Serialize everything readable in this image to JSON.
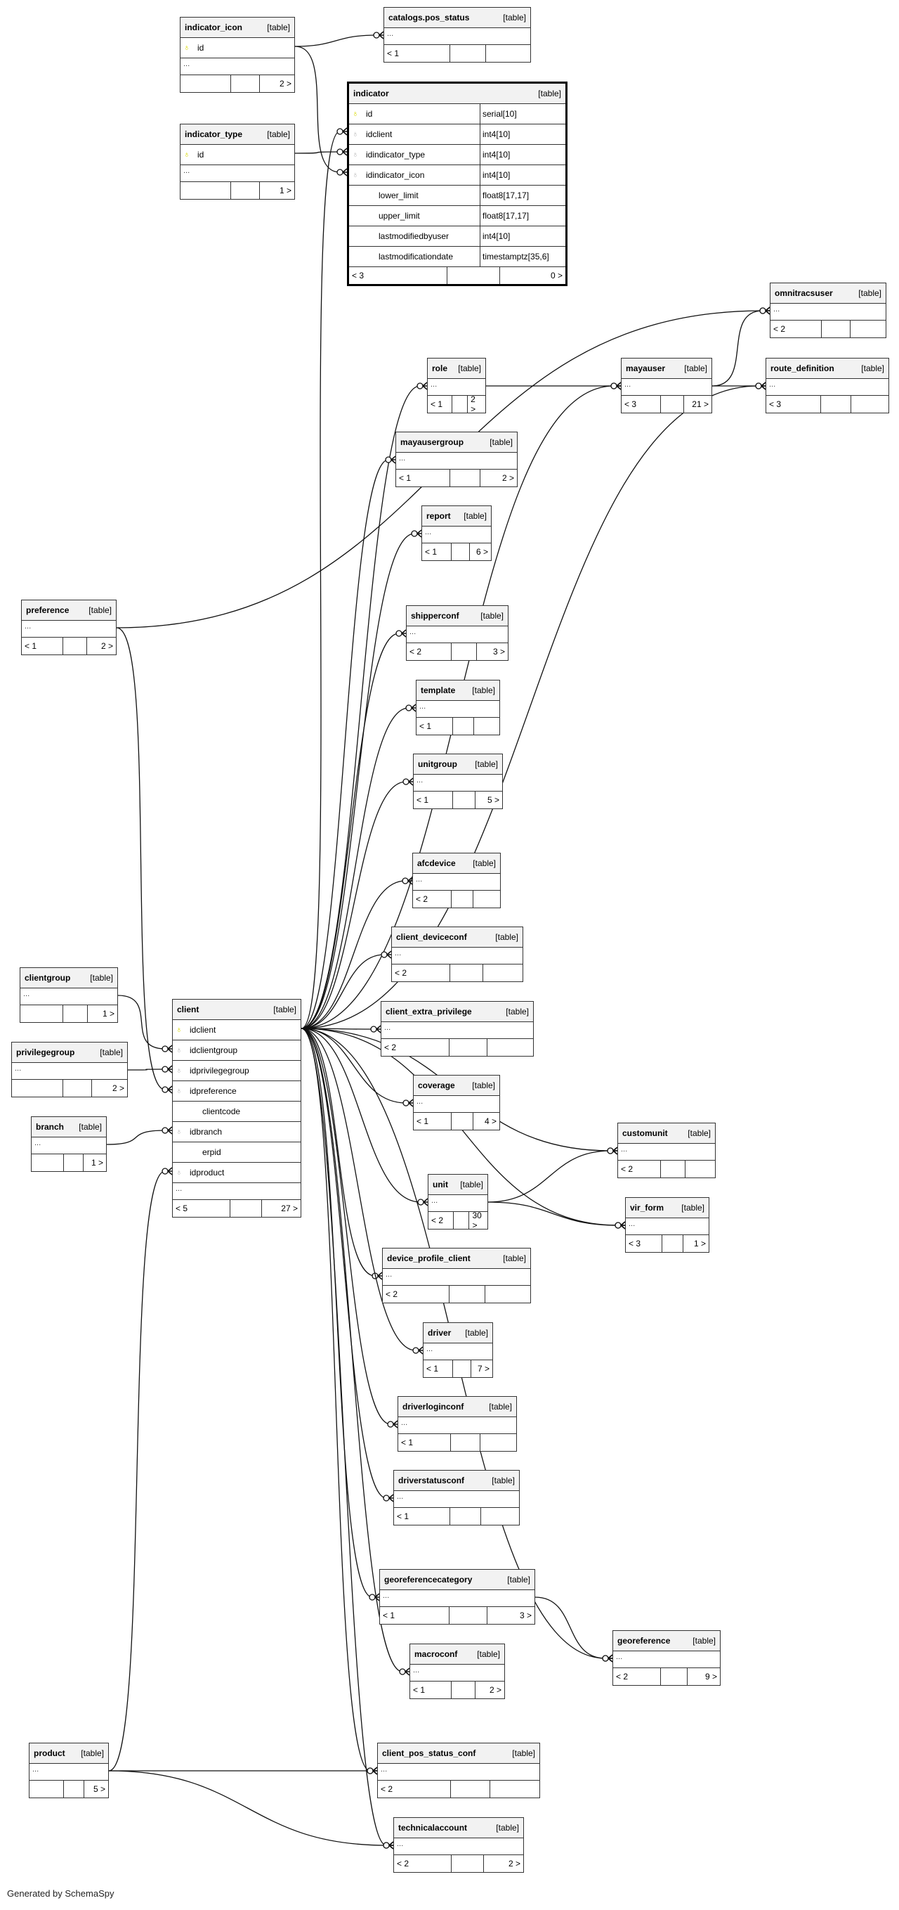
{
  "credit": "Generated by SchemaSpy",
  "table_tag": "[table]",
  "tables": {
    "indicator_icon": {
      "name": "indicator_icon",
      "columns": [
        {
          "name": "id",
          "key": "pk"
        }
      ],
      "ellipsis": "...",
      "footer": [
        "",
        "",
        "2 >"
      ]
    },
    "indicator_type": {
      "name": "indicator_type",
      "columns": [
        {
          "name": "id",
          "key": "pk"
        }
      ],
      "ellipsis": "...",
      "footer": [
        "",
        "",
        "1 >"
      ]
    },
    "catalogs_pos_status": {
      "name": "catalogs.pos_status",
      "ellipsis": "...",
      "footer": [
        "< 1",
        "",
        ""
      ]
    },
    "indicator": {
      "name": "indicator",
      "columns": [
        {
          "name": "id",
          "type": "serial[10]",
          "key": "pk"
        },
        {
          "name": "idclient",
          "type": "int4[10]",
          "key": "fk"
        },
        {
          "name": "idindicator_type",
          "type": "int4[10]",
          "key": "fk"
        },
        {
          "name": "idindicator_icon",
          "type": "int4[10]",
          "key": "fk"
        },
        {
          "name": "lower_limit",
          "type": "float8[17,17]",
          "key": ""
        },
        {
          "name": "upper_limit",
          "type": "float8[17,17]",
          "key": ""
        },
        {
          "name": "lastmodifiedbyuser",
          "type": "int4[10]",
          "key": ""
        },
        {
          "name": "lastmodificationdate",
          "type": "timestamptz[35,6]",
          "key": ""
        }
      ],
      "footer": [
        "< 3",
        "",
        "0 >"
      ]
    },
    "omnitracsuser": {
      "name": "omnitracsuser",
      "ellipsis": "...",
      "footer": [
        "< 2",
        "",
        ""
      ]
    },
    "route_definition": {
      "name": "route_definition",
      "ellipsis": "...",
      "footer": [
        "< 3",
        "",
        ""
      ]
    },
    "mayauser": {
      "name": "mayauser",
      "ellipsis": "...",
      "footer": [
        "< 3",
        "",
        "21 >"
      ]
    },
    "role": {
      "name": "role",
      "ellipsis": "...",
      "footer": [
        "< 1",
        "",
        "2 >"
      ]
    },
    "mayausergroup": {
      "name": "mayausergroup",
      "ellipsis": "...",
      "footer": [
        "< 1",
        "",
        "2 >"
      ]
    },
    "report": {
      "name": "report",
      "ellipsis": "...",
      "footer": [
        "< 1",
        "",
        "6 >"
      ]
    },
    "preference": {
      "name": "preference",
      "ellipsis": "...",
      "footer": [
        "< 1",
        "",
        "2 >"
      ]
    },
    "shipperconf": {
      "name": "shipperconf",
      "ellipsis": "...",
      "footer": [
        "< 2",
        "",
        "3 >"
      ]
    },
    "template": {
      "name": "template",
      "ellipsis": "...",
      "footer": [
        "< 1",
        "",
        ""
      ]
    },
    "unitgroup": {
      "name": "unitgroup",
      "ellipsis": "...",
      "footer": [
        "< 1",
        "",
        "5 >"
      ]
    },
    "afcdevice": {
      "name": "afcdevice",
      "ellipsis": "...",
      "footer": [
        "< 2",
        "",
        ""
      ]
    },
    "client_deviceconf": {
      "name": "client_deviceconf",
      "ellipsis": "...",
      "footer": [
        "< 2",
        "",
        ""
      ]
    },
    "clientgroup": {
      "name": "clientgroup",
      "ellipsis": "...",
      "footer": [
        "",
        "",
        "1 >"
      ]
    },
    "privilegegroup": {
      "name": "privilegegroup",
      "ellipsis": "...",
      "footer": [
        "",
        "",
        "2 >"
      ]
    },
    "branch": {
      "name": "branch",
      "ellipsis": "...",
      "footer": [
        "",
        "",
        "1 >"
      ]
    },
    "client": {
      "name": "client",
      "columns": [
        {
          "name": "idclient",
          "key": "pk"
        },
        {
          "name": "idclientgroup",
          "key": "fk"
        },
        {
          "name": "idprivilegegroup",
          "key": "fk"
        },
        {
          "name": "idpreference",
          "key": "fk"
        },
        {
          "name": "clientcode",
          "key": ""
        },
        {
          "name": "idbranch",
          "key": "fk"
        },
        {
          "name": "erpid",
          "key": ""
        },
        {
          "name": "idproduct",
          "key": "fk"
        }
      ],
      "ellipsis": "...",
      "footer": [
        "< 5",
        "",
        "27 >"
      ]
    },
    "client_extra_privilege": {
      "name": "client_extra_privilege",
      "ellipsis": "...",
      "footer": [
        "< 2",
        "",
        ""
      ]
    },
    "coverage": {
      "name": "coverage",
      "ellipsis": "...",
      "footer": [
        "< 1",
        "",
        "4 >"
      ]
    },
    "customunit": {
      "name": "customunit",
      "ellipsis": "...",
      "footer": [
        "< 2",
        "",
        ""
      ]
    },
    "unit": {
      "name": "unit",
      "ellipsis": "...",
      "footer": [
        "< 2",
        "",
        "30 >"
      ]
    },
    "vir_form": {
      "name": "vir_form",
      "ellipsis": "...",
      "footer": [
        "< 3",
        "",
        "1 >"
      ]
    },
    "device_profile_client": {
      "name": "device_profile_client",
      "ellipsis": "...",
      "footer": [
        "< 2",
        "",
        ""
      ]
    },
    "driver": {
      "name": "driver",
      "ellipsis": "...",
      "footer": [
        "< 1",
        "",
        "7 >"
      ]
    },
    "driverloginconf": {
      "name": "driverloginconf",
      "ellipsis": "...",
      "footer": [
        "< 1",
        "",
        ""
      ]
    },
    "driverstatusconf": {
      "name": "driverstatusconf",
      "ellipsis": "...",
      "footer": [
        "< 1",
        "",
        ""
      ]
    },
    "georeferencecategory": {
      "name": "georeferencecategory",
      "ellipsis": "...",
      "footer": [
        "< 1",
        "",
        "3 >"
      ]
    },
    "georeference": {
      "name": "georeference",
      "ellipsis": "...",
      "footer": [
        "< 2",
        "",
        "9 >"
      ]
    },
    "macroconf": {
      "name": "macroconf",
      "ellipsis": "...",
      "footer": [
        "< 1",
        "",
        "2 >"
      ]
    },
    "product": {
      "name": "product",
      "ellipsis": "...",
      "footer": [
        "",
        "",
        "5 >"
      ]
    },
    "client_pos_status_conf": {
      "name": "client_pos_status_conf",
      "ellipsis": "...",
      "footer": [
        "< 2",
        "",
        ""
      ]
    },
    "technicalaccount": {
      "name": "technicalaccount",
      "ellipsis": "...",
      "footer": [
        "< 2",
        "",
        "2 >"
      ]
    }
  },
  "relationships": [
    {
      "from": "indicator_icon",
      "to": "catalogs_pos_status"
    },
    {
      "from": "indicator_icon",
      "to": "indicator"
    },
    {
      "from": "indicator_type",
      "to": "indicator"
    },
    {
      "from": "client",
      "to": "indicator"
    },
    {
      "from": "role",
      "to": "mayauser"
    },
    {
      "from": "mayauser",
      "to": "omnitracsuser"
    },
    {
      "from": "mayauser",
      "to": "route_definition"
    },
    {
      "from": "preference",
      "to": "omnitracsuser"
    },
    {
      "from": "preference",
      "to": "client"
    },
    {
      "from": "clientgroup",
      "to": "client"
    },
    {
      "from": "privilegegroup",
      "to": "client"
    },
    {
      "from": "branch",
      "to": "client"
    },
    {
      "from": "product",
      "to": "client"
    },
    {
      "from": "client",
      "to": "role"
    },
    {
      "from": "client",
      "to": "mayausergroup"
    },
    {
      "from": "client",
      "to": "report"
    },
    {
      "from": "client",
      "to": "mayauser"
    },
    {
      "from": "client",
      "to": "shipperconf"
    },
    {
      "from": "client",
      "to": "template"
    },
    {
      "from": "client",
      "to": "unitgroup"
    },
    {
      "from": "client",
      "to": "route_definition"
    },
    {
      "from": "client",
      "to": "afcdevice"
    },
    {
      "from": "client",
      "to": "client_deviceconf"
    },
    {
      "from": "client",
      "to": "client_extra_privilege"
    },
    {
      "from": "client",
      "to": "coverage"
    },
    {
      "from": "client",
      "to": "customunit"
    },
    {
      "from": "client",
      "to": "unit"
    },
    {
      "from": "client",
      "to": "device_profile_client"
    },
    {
      "from": "client",
      "to": "driver"
    },
    {
      "from": "client",
      "to": "driverloginconf"
    },
    {
      "from": "client",
      "to": "driverstatusconf"
    },
    {
      "from": "client",
      "to": "vir_form"
    },
    {
      "from": "client",
      "to": "georeferencecategory"
    },
    {
      "from": "client",
      "to": "macroconf"
    },
    {
      "from": "client",
      "to": "georeference"
    },
    {
      "from": "client",
      "to": "client_pos_status_conf"
    },
    {
      "from": "client",
      "to": "technicalaccount"
    },
    {
      "from": "unit",
      "to": "customunit"
    },
    {
      "from": "unit",
      "to": "vir_form"
    },
    {
      "from": "georeferencecategory",
      "to": "georeference"
    },
    {
      "from": "product",
      "to": "client_pos_status_conf"
    },
    {
      "from": "product",
      "to": "technicalaccount"
    }
  ]
}
